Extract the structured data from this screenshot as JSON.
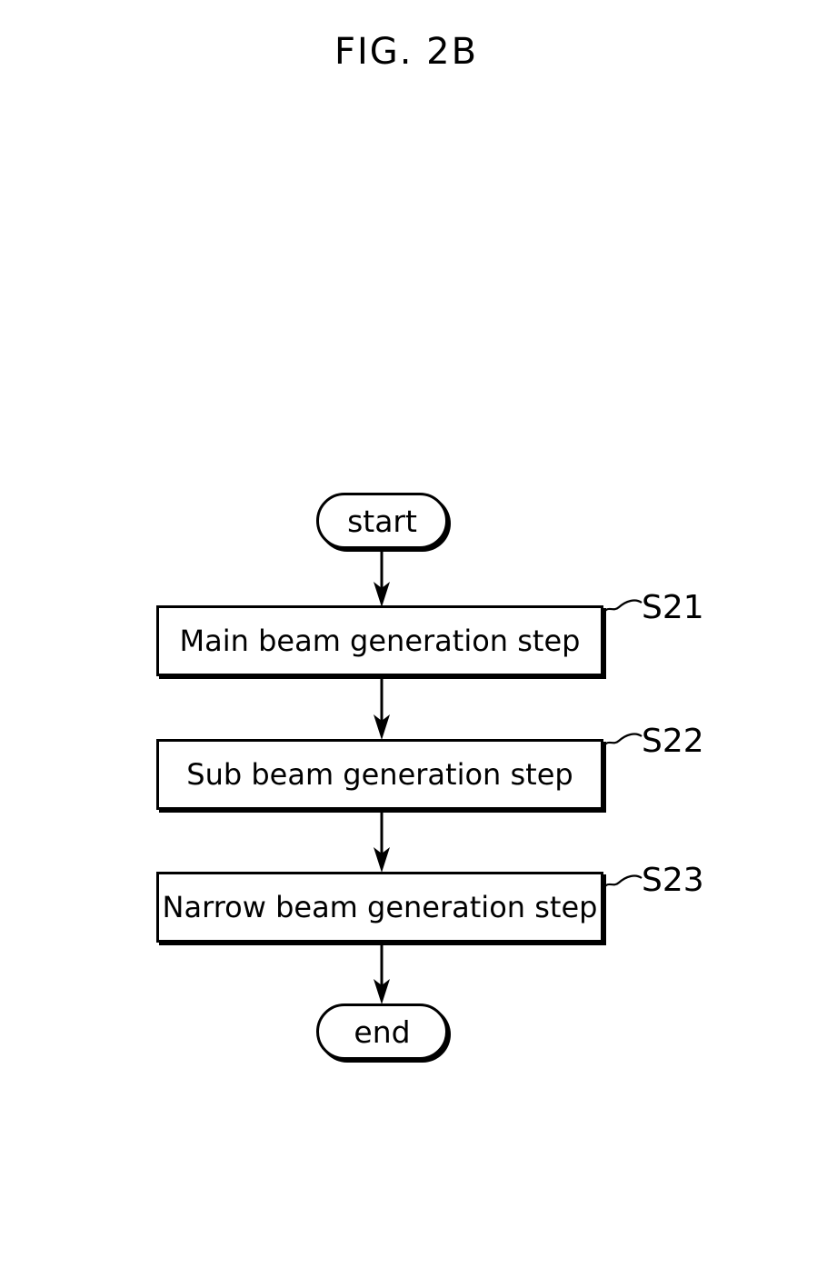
{
  "figure": {
    "title": "FIG. 2B"
  },
  "flowchart": {
    "start_label": "start",
    "end_label": "end",
    "steps": [
      {
        "text": "Main beam generation step",
        "ref": "S21"
      },
      {
        "text": "Sub beam generation step",
        "ref": "S22"
      },
      {
        "text": "Narrow beam generation step",
        "ref": "S23"
      }
    ]
  },
  "colors": {
    "ink": "#000000",
    "paper": "#ffffff"
  }
}
